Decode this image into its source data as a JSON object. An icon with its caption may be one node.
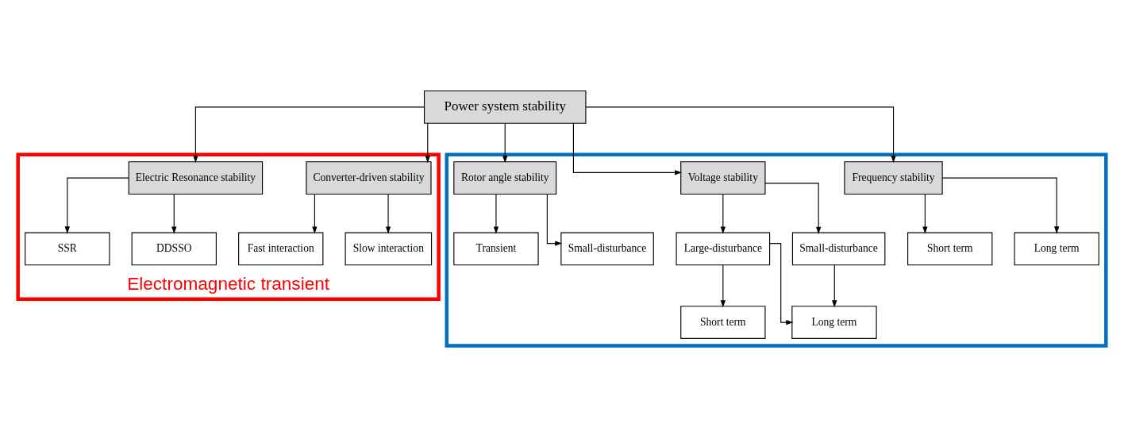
{
  "diagram": {
    "nodes": [
      {
        "text": [
          "Power system stability"
        ]
      },
      {
        "text": [
          "Electromagnetic transient"
        ]
      },
      {
        "text": [
          "Electric Resonance stability"
        ],
        "in": 1
      },
      {
        "text": [
          "Converter-driven stability"
        ],
        "in": 1
      },
      {
        "text": [
          "SSR"
        ],
        "in": 1
      },
      {
        "text": [
          "DDSSO"
        ],
        "in": 1
      },
      {
        "text": [
          "Fast interaction"
        ],
        "in": 1
      },
      {
        "text": [
          "Slow interaction"
        ],
        "in": 1
      },
      {
        "text": [],
        "shape": "box"
      },
      {
        "text": [
          "Rotor angle stability"
        ],
        "in": 8
      },
      {
        "text": [
          "Voltage stability"
        ],
        "in": 8
      },
      {
        "text": [
          "Frequency stability"
        ],
        "in": 8
      },
      {
        "text": [
          "Transient"
        ],
        "in": 8
      },
      {
        "text": [
          "Small-disturbance"
        ],
        "in": 8
      },
      {
        "text": [
          "Large-disturbance"
        ],
        "in": 8
      },
      {
        "text": [
          "Small-disturbance"
        ],
        "in": 8
      },
      {
        "text": [
          "Short term"
        ],
        "in": 8
      },
      {
        "text": [
          "Long term"
        ],
        "in": 8
      },
      {
        "text": [
          "Short term"
        ],
        "in": 8
      },
      {
        "text": [
          "Long term"
        ],
        "in": 8
      }
    ],
    "edges": [
      {
        "from": 0,
        "to": 2,
        "arrow": "to"
      },
      {
        "from": 0,
        "to": 3,
        "arrow": "to"
      },
      {
        "from": 0,
        "to": 9,
        "arrow": "to"
      },
      {
        "from": 0,
        "to": 10,
        "arrow": "to"
      },
      {
        "from": 0,
        "to": 11,
        "arrow": "to"
      },
      {
        "from": 2,
        "to": 4,
        "arrow": "to"
      },
      {
        "from": 2,
        "to": 5,
        "arrow": "to"
      },
      {
        "from": 3,
        "to": 6,
        "arrow": "to"
      },
      {
        "from": 3,
        "to": 7,
        "arrow": "to"
      },
      {
        "from": 9,
        "to": 12,
        "arrow": "to"
      },
      {
        "from": 9,
        "to": 13,
        "arrow": "to"
      },
      {
        "from": 10,
        "to": 14,
        "arrow": "to"
      },
      {
        "from": 10,
        "to": 15,
        "arrow": "to"
      },
      {
        "from": 14,
        "to": 16,
        "arrow": "to"
      },
      {
        "from": 14,
        "to": 17,
        "arrow": "to"
      },
      {
        "from": 15,
        "to": 17,
        "arrow": "to"
      },
      {
        "from": 11,
        "to": 18,
        "arrow": "to"
      },
      {
        "from": 11,
        "to": 19,
        "arrow": "to"
      }
    ]
  }
}
